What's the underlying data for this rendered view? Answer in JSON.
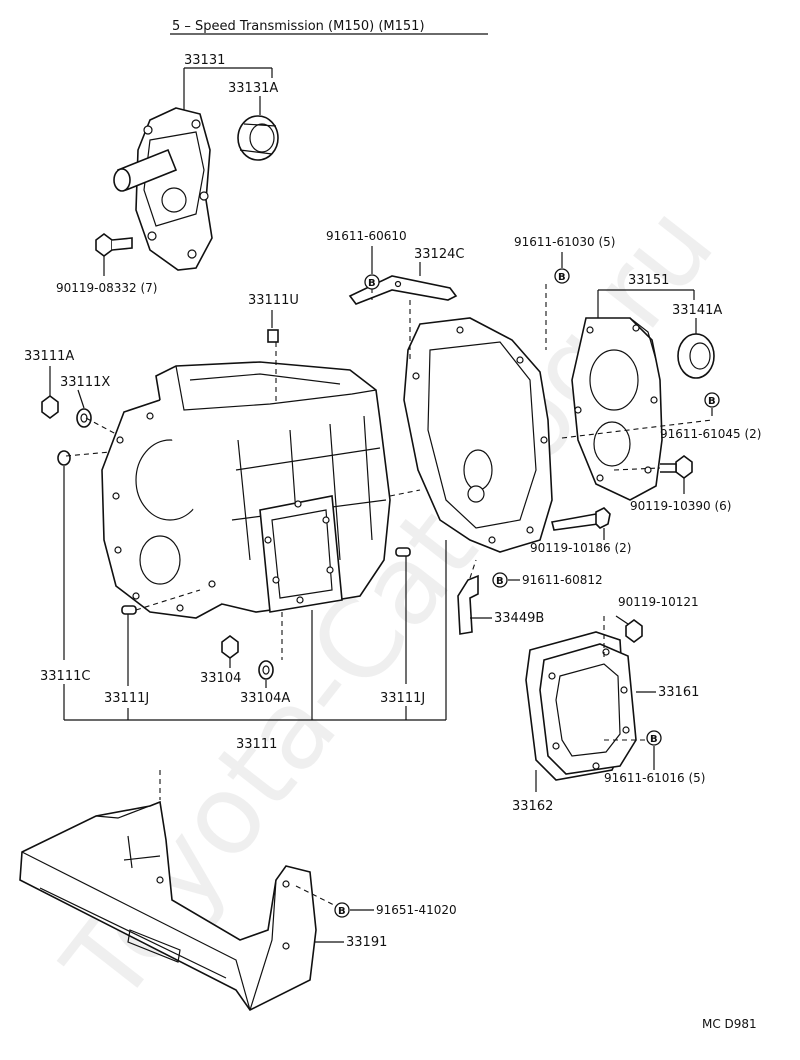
{
  "title": "5 – Speed Transmission (M150) (M151)",
  "watermark": "Toyota-Catalog.ru",
  "figure_code": "MC D981",
  "bolt_marker": "B",
  "labels": {
    "p33131": "33131",
    "p33131A": "33131A",
    "p90119_08332": "90119-08332 (7)",
    "p91611_60610": "91611-60610",
    "p33124C": "33124C",
    "p91611_61030": "91611-61030 (5)",
    "p33151": "33151",
    "p33141A": "33141A",
    "p33111U": "33111U",
    "p33111A": "33111A",
    "p33111X": "33111X",
    "p91611_61045": "91611-61045 (2)",
    "p90119_10390": "90119-10390 (6)",
    "p90119_10186": "90119-10186 (2)",
    "p91611_60812": "91611-60812",
    "p33449B": "33449B",
    "p90119_10121": "90119-10121",
    "p33161": "33161",
    "p91611_61016": "91611-61016 (5)",
    "p33162": "33162",
    "p33111C": "33111C",
    "p33104": "33104",
    "p33111J_left": "33111J",
    "p33104A": "33104A",
    "p33111J_right": "33111J",
    "p33111": "33111",
    "p91651_41020": "91651-41020",
    "p33191": "33191"
  }
}
